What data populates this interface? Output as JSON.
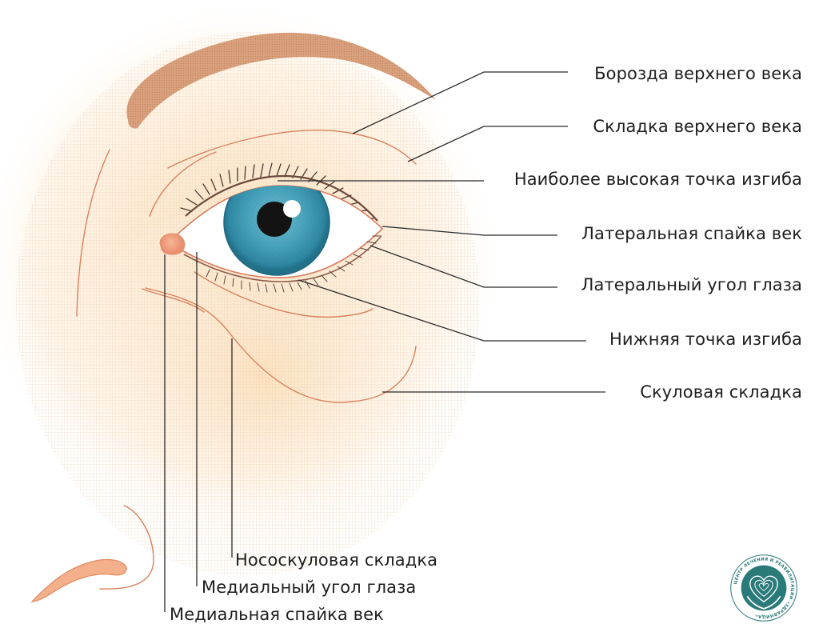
{
  "diagram": {
    "subject": "Анатомия области глаза",
    "colors": {
      "skin_light": "#fdf1e2",
      "skin_mid": "#f8dcb8",
      "contour": "#d9825f",
      "eyebrow": "#d9a07e",
      "iris": "#3f9bb5",
      "iris_dark": "#1f6f86",
      "pupil": "#111111",
      "leader_line": "#2a2a2a",
      "logo_teal": "#2b7a7a"
    },
    "labels_right": [
      {
        "id": "upper-lid-furrow",
        "text": "Борозда верхнего века"
      },
      {
        "id": "upper-lid-crease",
        "text": "Складка верхнего века"
      },
      {
        "id": "highest-curve-point",
        "text": "Наиболее высокая точка изгиба"
      },
      {
        "id": "lateral-commissure",
        "text": "Латеральная спайка век"
      },
      {
        "id": "lateral-canthus",
        "text": "Латеральный угол глаза"
      },
      {
        "id": "lowest-curve-point",
        "text": "Нижняя точка изгиба"
      },
      {
        "id": "malar-fold",
        "text": "Скуловая складка"
      }
    ],
    "labels_bottom": [
      {
        "id": "nasojugal-fold",
        "text": "Нососкуловая складка"
      },
      {
        "id": "medial-canthus",
        "text": "Медиальный угол глаза"
      },
      {
        "id": "medial-commissure",
        "text": "Медиальная спайка век"
      }
    ]
  },
  "logo": {
    "name": "«ЗДРАВНИЦА»",
    "ring_text": "ЦЕНТР ЛЕЧЕНИЯ И РЕАБИЛИТАЦИИ «ЗДРАВНИЦА»",
    "icon": "heart-fingerprint-hands-icon"
  }
}
